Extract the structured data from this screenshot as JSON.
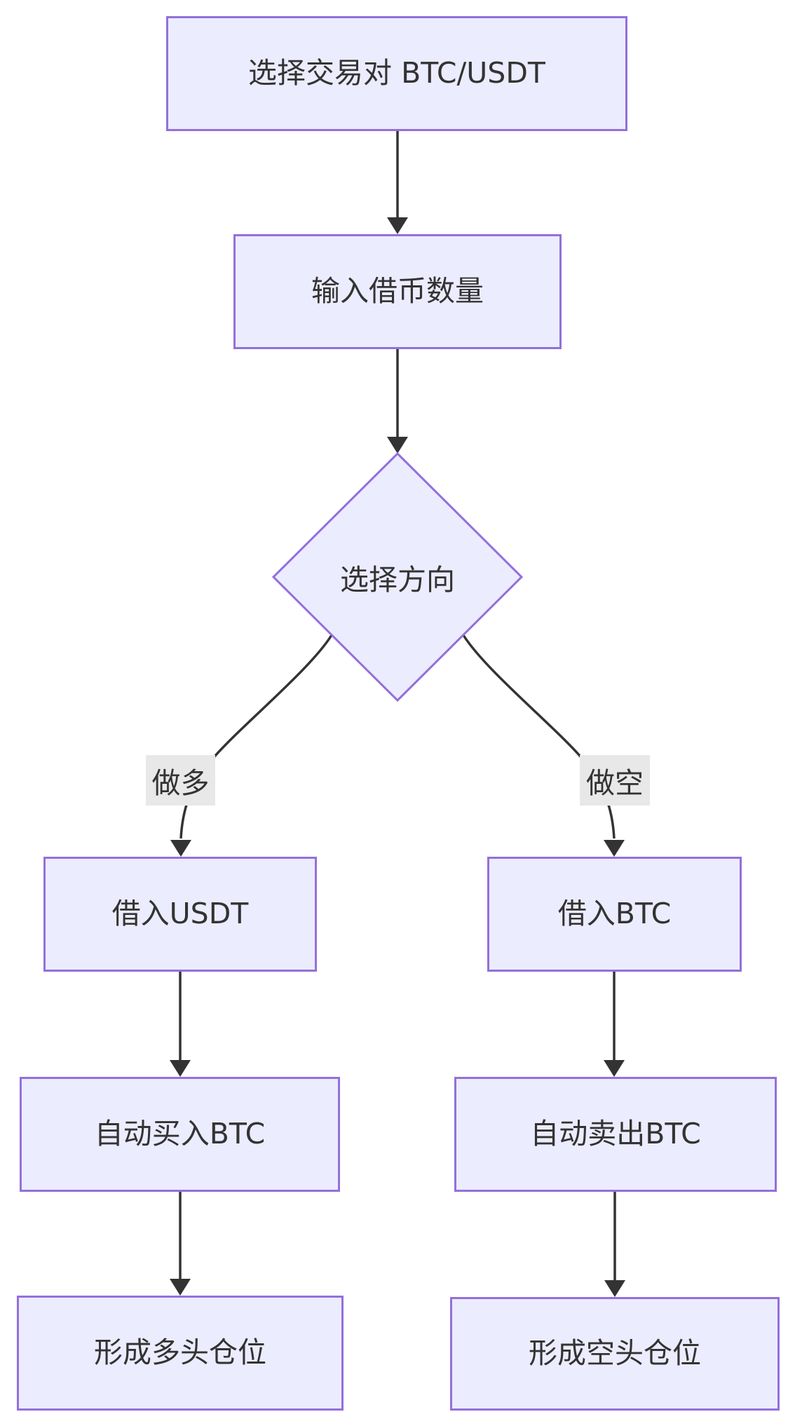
{
  "diagram": {
    "nodes": {
      "select_pair": "选择交易对 BTC/USDT",
      "input_amount": "输入借币数量",
      "choose_direction": "选择方向",
      "borrow_usdt": "借入USDT",
      "borrow_btc": "借入BTC",
      "auto_buy_btc": "自动买入BTC",
      "auto_sell_btc": "自动卖出BTC",
      "long_position": "形成多头仓位",
      "short_position": "形成空头仓位"
    },
    "edge_labels": {
      "long": "做多",
      "short": "做空"
    },
    "colors": {
      "node_fill": "#ECECFF",
      "node_border": "#9370DB",
      "edge_stroke": "#333333",
      "text": "#333333",
      "edge_label_bg": "#E8E8E8",
      "background": "#FFFFFF"
    }
  }
}
